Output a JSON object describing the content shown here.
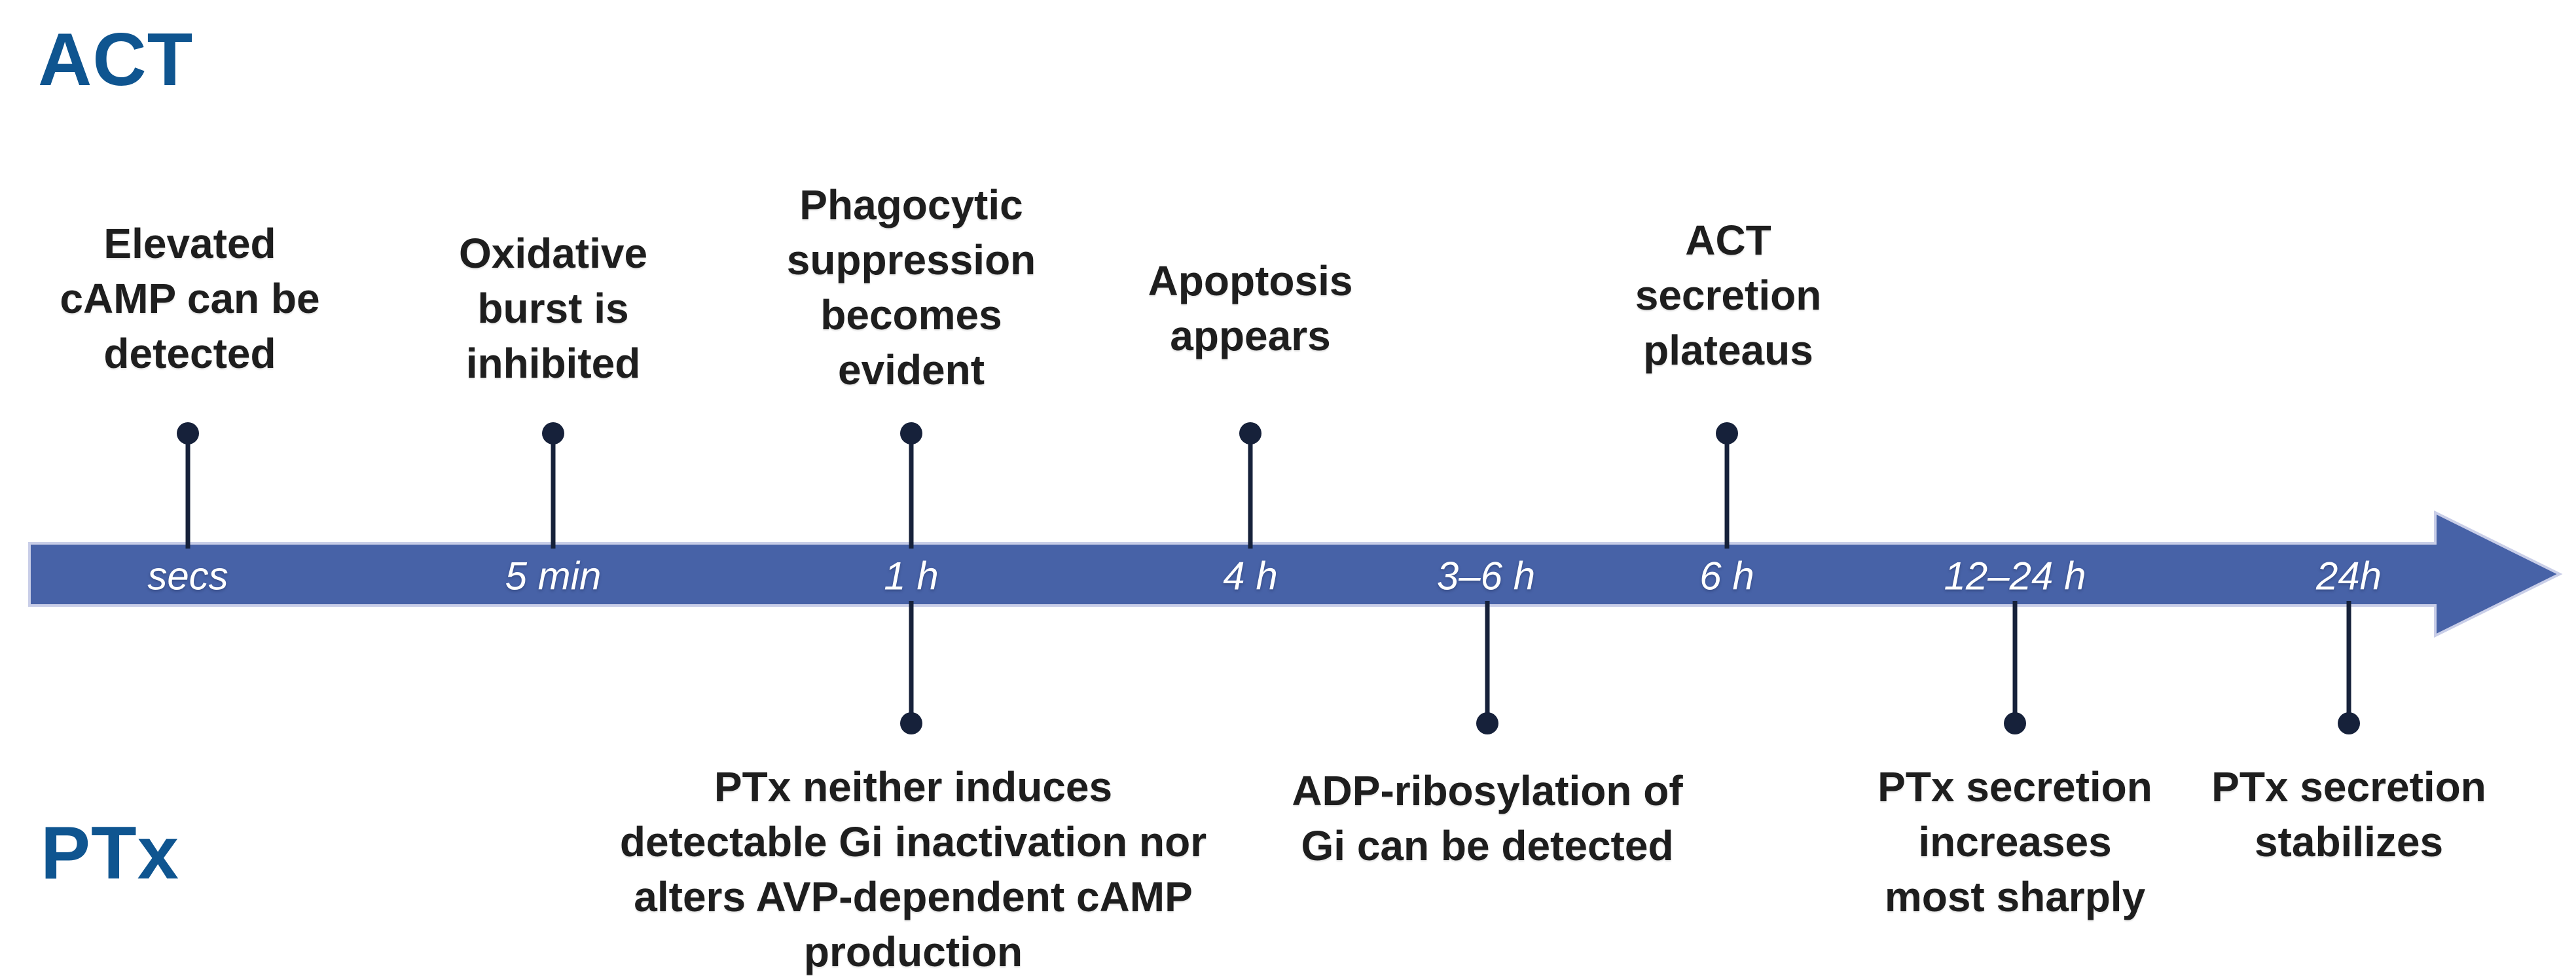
{
  "labels": {
    "act": "ACT",
    "ptx": "PTx"
  },
  "colors": {
    "arrow_blue": "#4762A7",
    "arrow_border": "#C9CEE8",
    "marker_navy": "#16213A",
    "side_label_blue": "#0F5590",
    "event_text": "#1E1E1E",
    "time_label": "#FFFFFF"
  },
  "timeline": {
    "type": "timeline",
    "direction": "left-to-right",
    "time_labels": [
      {
        "text": "secs"
      },
      {
        "text": "5 min"
      },
      {
        "text": "1 h"
      },
      {
        "text": "4 h"
      },
      {
        "text": "3–6 h"
      },
      {
        "text": "6 h"
      },
      {
        "text": "12–24 h"
      },
      {
        "text": "24h"
      }
    ]
  },
  "top_events": [
    {
      "time": "secs",
      "lines": [
        "Elevated",
        "cAMP can be",
        "detected"
      ]
    },
    {
      "time": "5 min",
      "lines": [
        "Oxidative",
        "burst is",
        "inhibited"
      ]
    },
    {
      "time": "1 h",
      "lines": [
        "Phagocytic",
        "suppression",
        "becomes",
        "evident"
      ]
    },
    {
      "time": "4 h",
      "lines": [
        "Apoptosis",
        "appears"
      ]
    },
    {
      "time": "6 h",
      "lines": [
        "ACT",
        "secretion",
        "plateaus"
      ]
    }
  ],
  "bottom_events": [
    {
      "time": "1 h",
      "lines": [
        "PTx neither induces",
        "detectable Gi inactivation nor",
        "alters AVP-dependent cAMP",
        "production"
      ]
    },
    {
      "time": "3–6 h",
      "lines": [
        "ADP-ribosylation of",
        "Gi can be detected"
      ]
    },
    {
      "time": "12–24 h",
      "lines": [
        "PTx secretion",
        "increases",
        "most sharply"
      ]
    },
    {
      "time": "24h",
      "lines": [
        "PTx secretion",
        "stabilizes"
      ]
    }
  ]
}
